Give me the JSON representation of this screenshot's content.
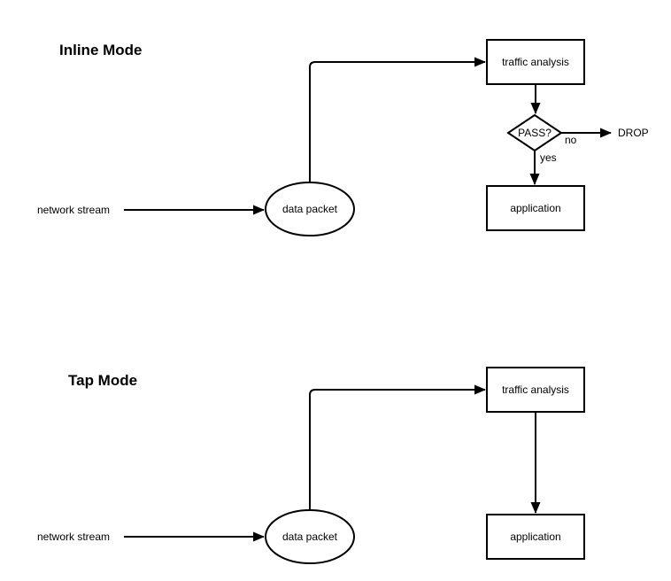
{
  "colors": {
    "background": "#ffffff",
    "shape_stroke": "#000000",
    "shape_fill": "#ffffff",
    "text": "#000000"
  },
  "diagrams": [
    {
      "id": "inline-mode",
      "title": "Inline Mode",
      "nodes": {
        "source": "network stream",
        "packet": "data packet",
        "analysis": "traffic analysis",
        "decision": "PASS?",
        "drop": "DROP",
        "application": "application"
      },
      "edge_labels": {
        "no": "no",
        "yes": "yes"
      }
    },
    {
      "id": "tap-mode",
      "title": "Tap Mode",
      "nodes": {
        "source": "network stream",
        "packet": "data packet",
        "analysis": "traffic analysis",
        "application": "application"
      }
    }
  ]
}
